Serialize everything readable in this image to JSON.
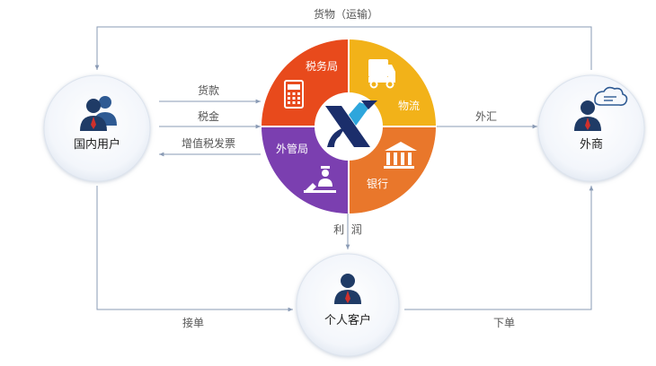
{
  "labels": {
    "goods": "货物（运输）",
    "loan": "货款",
    "tax": "税金",
    "vat_invoice": "增值税发票",
    "fx": "外汇",
    "profit": "利  润",
    "accept_order": "接单",
    "place_order": "下单"
  },
  "nodes": {
    "domestic": "国内用户",
    "foreign": "外商",
    "customer": "个人客户"
  },
  "hub": {
    "segments": {
      "tax_bureau": "税务局",
      "logistics": "物流",
      "bank": "银行",
      "fx_bureau": "外管局"
    }
  },
  "colors": {
    "tax_bureau": "#e84a1c",
    "logistics": "#f2b219",
    "bank": "#e9772b",
    "fx_bureau": "#7b3fb0",
    "node_text": "#222222",
    "arrow": "#8a9bb5",
    "person_icon": "#1f3b66",
    "tie": "#d0302b"
  },
  "icons": {
    "calculator": "calculator-icon",
    "truck": "truck-icon",
    "bank": "bank-building-icon",
    "fx_officer": "officer-icon",
    "logo": "x-logo-icon"
  }
}
